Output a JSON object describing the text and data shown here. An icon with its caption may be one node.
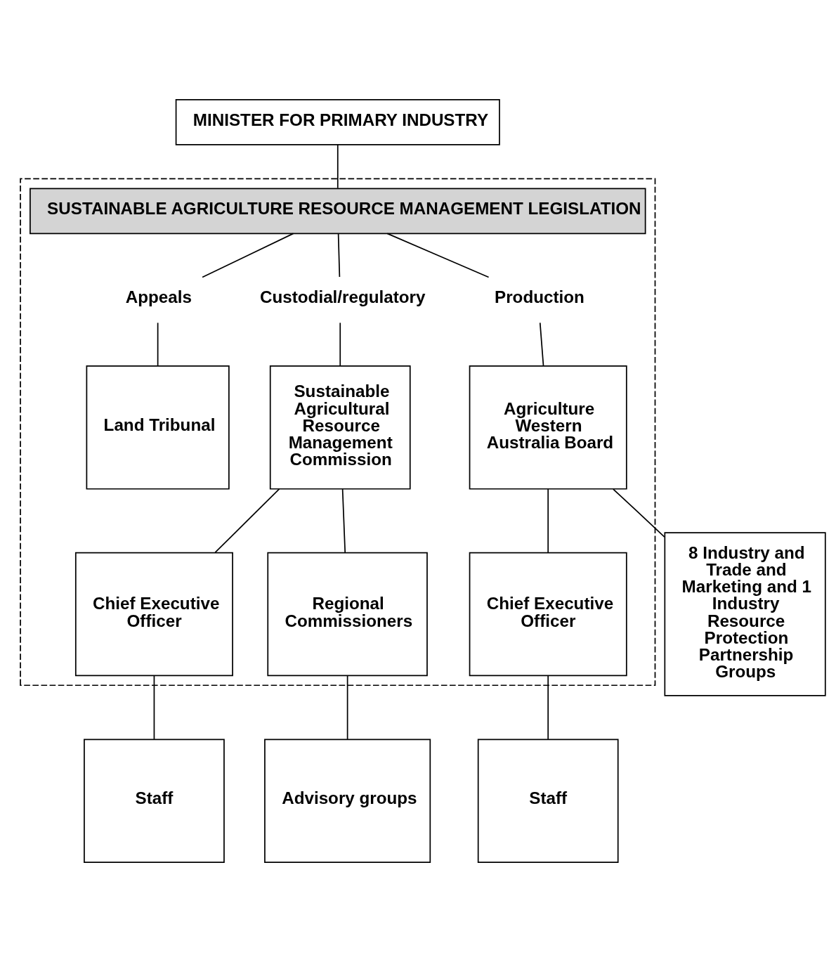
{
  "diagram": {
    "nodes": [
      {
        "text": [
          "MINISTER FOR PRIMARY INDUSTRY"
        ]
      },
      {
        "text": [],
        "shape": "box"
      },
      {
        "text": [
          "SUSTAINABLE AGRICULTURE RESOURCE MANAGEMENT LEGISLATION"
        ],
        "in": 1
      },
      {
        "text": [
          "Appeals"
        ],
        "in": 1
      },
      {
        "text": [
          "Custodial/regulatory"
        ],
        "in": 1
      },
      {
        "text": [
          "Production"
        ],
        "in": 1
      },
      {
        "text": [
          "Land Tribunal"
        ],
        "in": 1
      },
      {
        "text": [
          "Sustainable Agricultural Resource Management Commission"
        ],
        "in": 1
      },
      {
        "text": [
          "Agriculture Western Australia Board"
        ],
        "in": 1
      },
      {
        "text": [
          "Chief Executive Officer"
        ],
        "in": 1
      },
      {
        "text": [
          "Chief Executive Officer"
        ],
        "in": 1
      },
      {
        "text": [
          "Regional Commissioners"
        ],
        "in": 1
      },
      {
        "text": [
          "Staff"
        ]
      },
      {
        "text": [
          "Advisory groups"
        ]
      },
      {
        "text": [
          "8 Industry and Trade and Marketing and 1 Industry Resource Protection Partnership Groups"
        ]
      },
      {
        "text": [
          "Staff"
        ]
      }
    ],
    "edges": [
      {
        "from": 0,
        "to": 2,
        "arrow": "none"
      },
      {
        "from": 2,
        "to": 3,
        "arrow": "none"
      },
      {
        "from": 2,
        "to": 4,
        "arrow": "none"
      },
      {
        "from": 2,
        "to": 5,
        "arrow": "none"
      },
      {
        "from": 3,
        "to": 6,
        "arrow": "none"
      },
      {
        "from": 4,
        "to": 7,
        "arrow": "none"
      },
      {
        "from": 5,
        "to": 8,
        "arrow": "none"
      },
      {
        "from": 7,
        "to": 9,
        "arrow": "none"
      },
      {
        "from": 7,
        "to": 11,
        "arrow": "none"
      },
      {
        "from": 8,
        "to": 10,
        "arrow": "none"
      },
      {
        "from": 8,
        "to": 14,
        "arrow": "none"
      },
      {
        "from": 9,
        "to": 12,
        "arrow": "none"
      },
      {
        "from": 11,
        "to": 13,
        "arrow": "none"
      },
      {
        "from": 10,
        "to": 15,
        "arrow": "none"
      }
    ]
  }
}
